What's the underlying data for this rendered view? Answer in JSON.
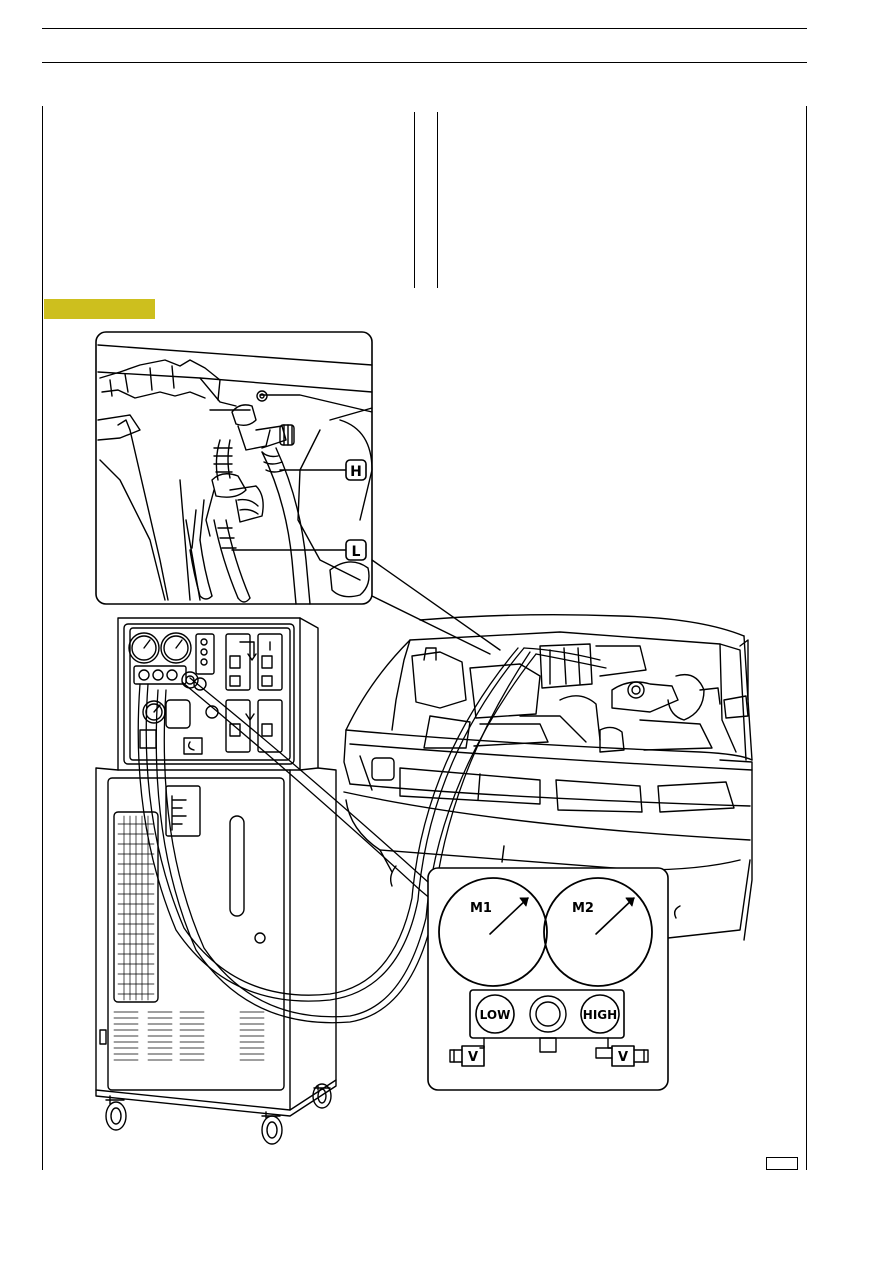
{
  "callouts": {
    "high": "H",
    "low": "L"
  },
  "manifold": {
    "gauge_left": "M1",
    "gauge_right": "M2",
    "valve_low": "LOW",
    "valve_high": "HIGH",
    "port_left": "V",
    "port_right": "V"
  },
  "colors": {
    "section_tab": "#cdbf1e"
  }
}
